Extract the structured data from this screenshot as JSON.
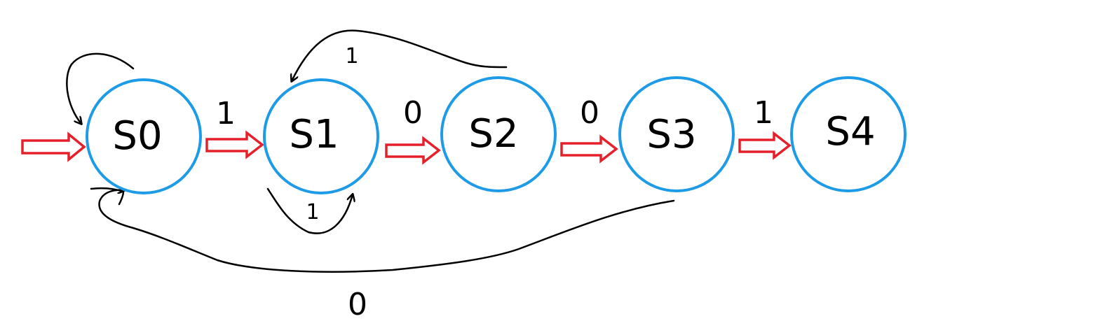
{
  "states": [
    {
      "id": "s0",
      "label": "S0"
    },
    {
      "id": "s1",
      "label": "S1"
    },
    {
      "id": "s2",
      "label": "S2"
    },
    {
      "id": "s3",
      "label": "S3"
    },
    {
      "id": "s4",
      "label": "S4"
    }
  ],
  "transitions": {
    "s0_to_s1": "1",
    "s1_to_s2": "0",
    "s2_to_s3": "0",
    "s3_to_s4": "1",
    "s2_to_s1": "1",
    "s1_self": "1",
    "s3_to_s0": "0"
  },
  "colors": {
    "state_stroke": "#1e9be6",
    "forward_arrow": "#e5202a",
    "back_edge": "#000000"
  }
}
